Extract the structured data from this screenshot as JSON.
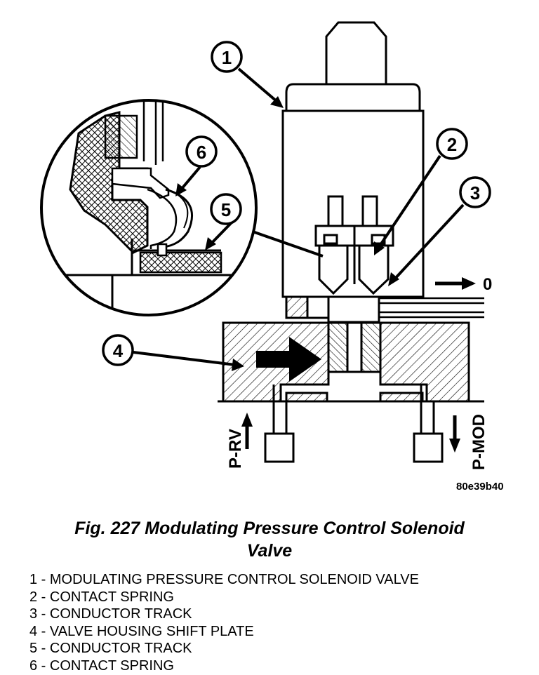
{
  "figure": {
    "callouts": [
      "1",
      "2",
      "3",
      "4",
      "5",
      "6"
    ],
    "direction_zero": "0",
    "label_prv": "P-RV",
    "label_pmod": "P-MOD",
    "image_code": "80e39b40"
  },
  "caption": {
    "line1": "Fig. 227 Modulating Pressure Control Solenoid",
    "line2": "Valve"
  },
  "legend": [
    "1 - MODULATING PRESSURE CONTROL SOLENOID VALVE",
    "2 - CONTACT SPRING",
    "3 - CONDUCTOR TRACK",
    "4 - VALVE HOUSING SHIFT PLATE",
    "5 - CONDUCTOR TRACK",
    "6 - CONTACT SPRING"
  ]
}
